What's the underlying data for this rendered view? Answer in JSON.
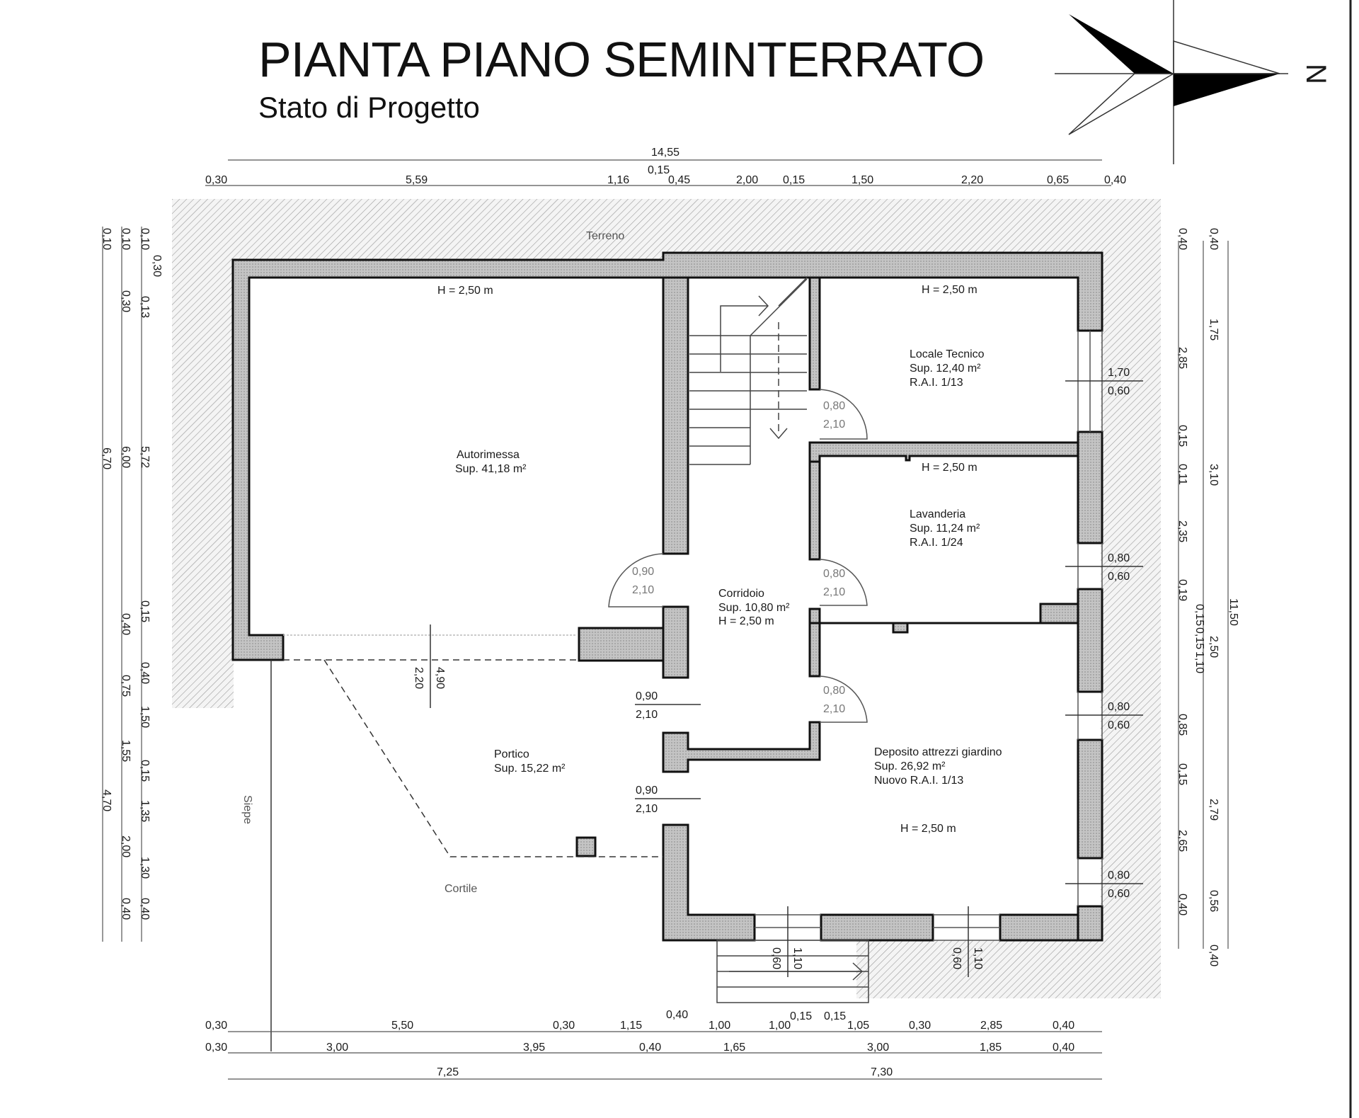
{
  "header": {
    "title": "PIANTA PIANO SEMINTERRATO",
    "subtitle": "Stato di Progetto"
  },
  "north_arrow": {
    "label": "N"
  },
  "site_labels": {
    "terrain": "Terreno",
    "hedge": "Siepe",
    "courtyard": "Cortile"
  },
  "rooms": [
    {
      "id": "autorimessa",
      "name": "Autorimessa",
      "area": "Sup. 41,18 m²",
      "height": "H = 2,50 m"
    },
    {
      "id": "locale-tecnico",
      "name": "Locale Tecnico",
      "area": "Sup. 12,40 m²",
      "rai": "R.A.I. 1/13",
      "height": "H = 2,50 m"
    },
    {
      "id": "lavanderia",
      "name": "Lavanderia",
      "area": "Sup. 11,24 m²",
      "rai": "R.A.I. 1/24",
      "height": "H = 2,50 m"
    },
    {
      "id": "corridoio",
      "name": "Corridoio",
      "area": "Sup. 10,80 m²",
      "height": "H = 2,50 m"
    },
    {
      "id": "portico",
      "name": "Portico",
      "area": "Sup. 15,22 m²"
    },
    {
      "id": "deposito",
      "name": "Deposito attrezzi giardino",
      "area": "Sup. 26,92 m²",
      "rai": "Nuovo R.A.I. 1/13",
      "height": "H = 2,50 m"
    }
  ],
  "openings": [
    {
      "w": "0,80",
      "h": "2,10"
    },
    {
      "w": "0,90",
      "h": "2,10"
    },
    {
      "w": "0,80",
      "h": "2,10"
    },
    {
      "w": "0,80",
      "h": "2,10"
    },
    {
      "w": "0,90",
      "h": "2,10"
    },
    {
      "w": "0,90",
      "h": "2,10"
    },
    {
      "w": "1,70",
      "h": "0,60"
    },
    {
      "w": "0,80",
      "h": "0,60"
    },
    {
      "w": "0,80",
      "h": "0,60"
    },
    {
      "w": "0,80",
      "h": "0,60"
    },
    {
      "w": "1,10",
      "h": "0,60"
    },
    {
      "w": "1,10",
      "h": "0,60"
    },
    {
      "w": "4,90",
      "h": "2,20"
    }
  ],
  "dimensions": {
    "top_overall": "14,55",
    "top_chain": [
      "0,30",
      "5,59",
      "1,16",
      "0,15",
      "0,45",
      "2,00",
      "0,15",
      "1,50",
      "2,20",
      "0,65",
      "0,40"
    ],
    "bottom_chain_1": [
      "0,30",
      "5,50",
      "0,30",
      "1,15",
      "0,40",
      "1,00",
      "1,00",
      "0,15",
      "0,15",
      "1,05",
      "0,30",
      "2,85",
      "0,40"
    ],
    "bottom_chain_2": [
      "0,30",
      "3,00",
      "3,95",
      "0,40",
      "1,65",
      "3,00",
      "1,85",
      "0,40"
    ],
    "bottom_chain_3": [
      "7,25",
      "7,30"
    ],
    "left_col_1": [
      "0,10",
      "6,70",
      "4,70"
    ],
    "left_col_2": [
      "0,10",
      "0,30",
      "6,00",
      "0,40",
      "0,75",
      "1,55",
      "2,00",
      "0,40"
    ],
    "left_col_3": [
      "0,10",
      "0,13",
      "5,72",
      "0,15",
      "0,40",
      "1,50",
      "0,15",
      "1,35",
      "1,30",
      "0,40"
    ],
    "left_col_4": [
      "0,30"
    ],
    "right_col_1": [
      "0,40",
      "2,85",
      "0,15",
      "0,11",
      "2,35",
      "0,19",
      "0,15",
      "1,10",
      "0,85",
      "0,15",
      "2,65",
      "0,40"
    ],
    "right_col_2": [
      "0,40",
      "1,75",
      "3,10",
      "0,15",
      "2,50",
      "2,79",
      "0,56",
      "0,40"
    ],
    "right_col_3": [
      "11,50"
    ]
  }
}
